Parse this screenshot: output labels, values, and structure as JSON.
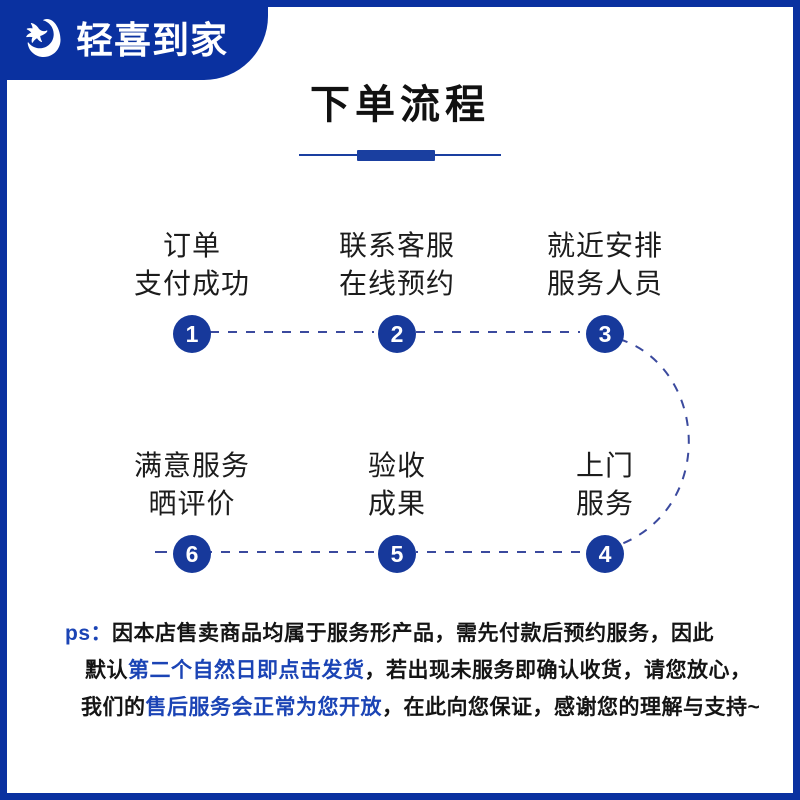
{
  "brand": {
    "name": "轻喜到家",
    "logo_icon": "swallow-bird-icon",
    "banner_color": "#0a31a0"
  },
  "frame": {
    "border_color": "#0a31a0"
  },
  "header": {
    "title": "下单流程",
    "rule_color": "#1a3fa0"
  },
  "flow": {
    "connector_color": "#3b4a9e",
    "badge_color": "#17399b",
    "steps": [
      {
        "number": "1",
        "line1": "订单",
        "line2": "支付成功"
      },
      {
        "number": "2",
        "line1": "联系客服",
        "line2": "在线预约"
      },
      {
        "number": "3",
        "line1": "就近安排",
        "line2": "服务人员"
      },
      {
        "number": "4",
        "line1": "上门",
        "line2": "服务"
      },
      {
        "number": "5",
        "line1": "验收",
        "line2": "成果"
      },
      {
        "number": "6",
        "line1": "满意服务",
        "line2": "晒评价"
      }
    ]
  },
  "note": {
    "tag": "ps：",
    "line1_rest": "因本店售卖商品均属于服务形产品，需先付款后预约服务，因此",
    "line2_pre": "默认",
    "line2_hl": "第二个自然日即点击发货",
    "line2_post": "，若出现未服务即确认收货，请您放心，",
    "line3_pre": "我们的",
    "line3_hl": "售后服务会正常为您开放",
    "line3_post": "，在此向您保证，感谢您的理解与支持~",
    "highlight_color": "#1b44b5"
  }
}
